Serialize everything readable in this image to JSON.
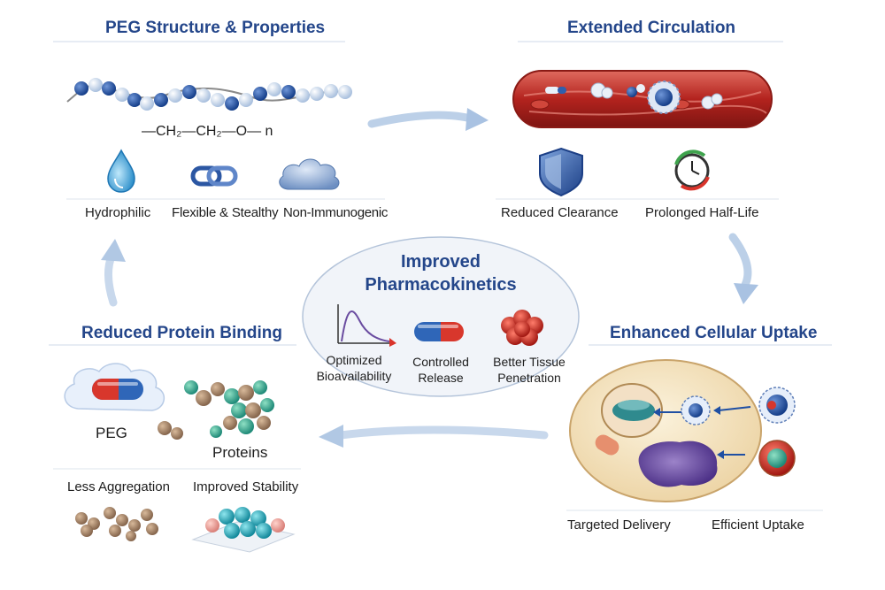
{
  "sections": {
    "peg": {
      "title": "PEG Structure & Properties",
      "formula": "—CH₂—CH₂—O— n",
      "props": [
        "Hydrophilic",
        "Flexible & Stealthy",
        "Non-Immunogenic"
      ]
    },
    "circulation": {
      "title": "Extended Circulation",
      "props": [
        "Reduced Clearance",
        "Prolonged Half-Life"
      ]
    },
    "center": {
      "title_line1": "Improved",
      "title_line2": "Pharmacokinetics",
      "items": [
        {
          "line1": "Optimized",
          "line2": "Bioavailability"
        },
        {
          "line1": "Controlled",
          "line2": "Release"
        },
        {
          "line1": "Better Tissue",
          "line2": "Penetration"
        }
      ]
    },
    "binding": {
      "title": "Reduced Protein Binding",
      "peg_label": "PEG",
      "proteins_label": "Proteins",
      "props": [
        "Less Aggregation",
        "Improved Stability"
      ]
    },
    "uptake": {
      "title": "Enhanced Cellular Uptake",
      "props": [
        "Targeted Delivery",
        "Efficient Uptake"
      ]
    }
  },
  "colors": {
    "title_blue": "#24468a",
    "arrow_blue": "#b9cde6",
    "vessel_red": "#b3231e",
    "peg_dark": "#1f4fa3",
    "peg_light": "#c7d8ee"
  },
  "icons": [
    "water-drop-icon",
    "chain-link-icon",
    "cloud-icon",
    "shield-icon",
    "clock-cycle-icon",
    "curve-chart-icon",
    "capsule-icon",
    "tissue-icon"
  ]
}
